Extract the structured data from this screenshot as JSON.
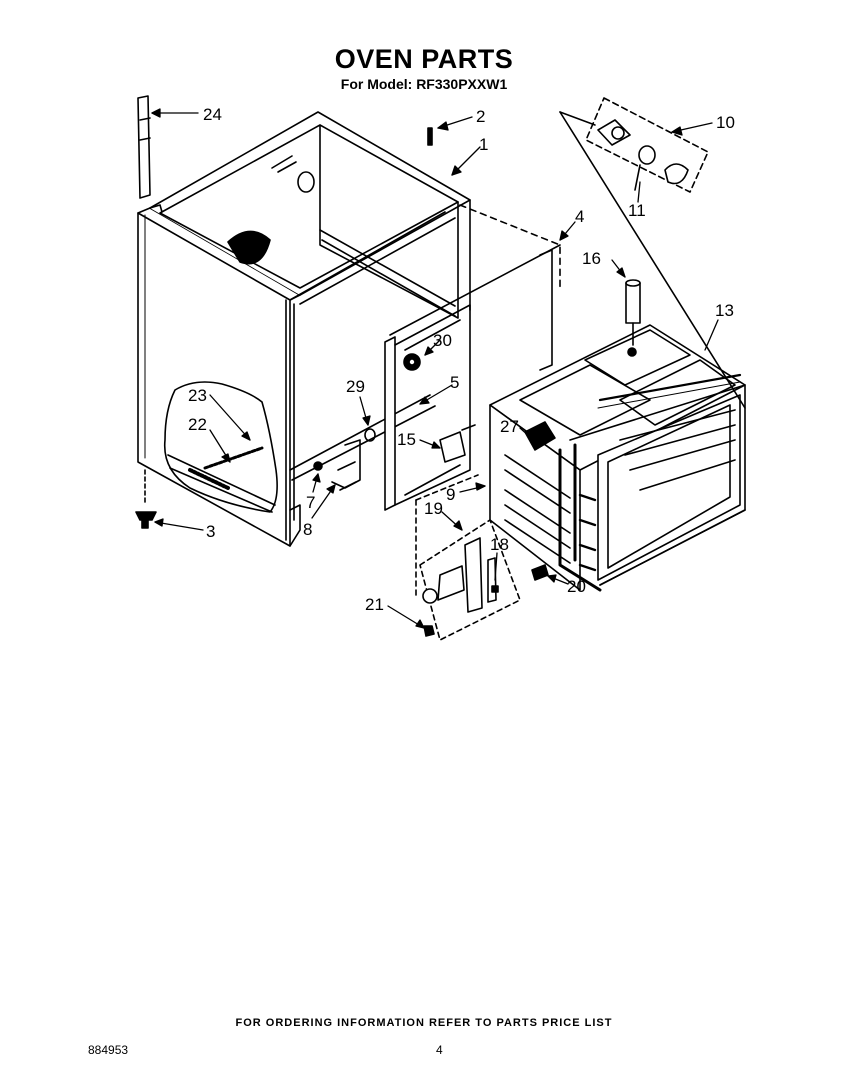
{
  "header": {
    "title": "OVEN PARTS",
    "subtitle": "For Model: RF330PXXW1"
  },
  "callouts": [
    {
      "id": "c1",
      "text": "1"
    },
    {
      "id": "c2",
      "text": "2"
    },
    {
      "id": "c3",
      "text": "3"
    },
    {
      "id": "c4",
      "text": "4"
    },
    {
      "id": "c5",
      "text": "5"
    },
    {
      "id": "c7",
      "text": "7"
    },
    {
      "id": "c8",
      "text": "8"
    },
    {
      "id": "c9",
      "text": "9"
    },
    {
      "id": "c10",
      "text": "10"
    },
    {
      "id": "c11",
      "text": "11"
    },
    {
      "id": "c13",
      "text": "13"
    },
    {
      "id": "c15",
      "text": "15"
    },
    {
      "id": "c16",
      "text": "16"
    },
    {
      "id": "c18",
      "text": "18"
    },
    {
      "id": "c19",
      "text": "19"
    },
    {
      "id": "c20",
      "text": "20"
    },
    {
      "id": "c21",
      "text": "21"
    },
    {
      "id": "c22",
      "text": "22"
    },
    {
      "id": "c23",
      "text": "23"
    },
    {
      "id": "c24",
      "text": "24"
    },
    {
      "id": "c27",
      "text": "27"
    },
    {
      "id": "c29",
      "text": "29"
    },
    {
      "id": "c30",
      "text": "30"
    }
  ],
  "footer": {
    "note": "FOR ORDERING INFORMATION REFER TO PARTS PRICE LIST",
    "doc_number": "884953",
    "page_number": "4"
  }
}
